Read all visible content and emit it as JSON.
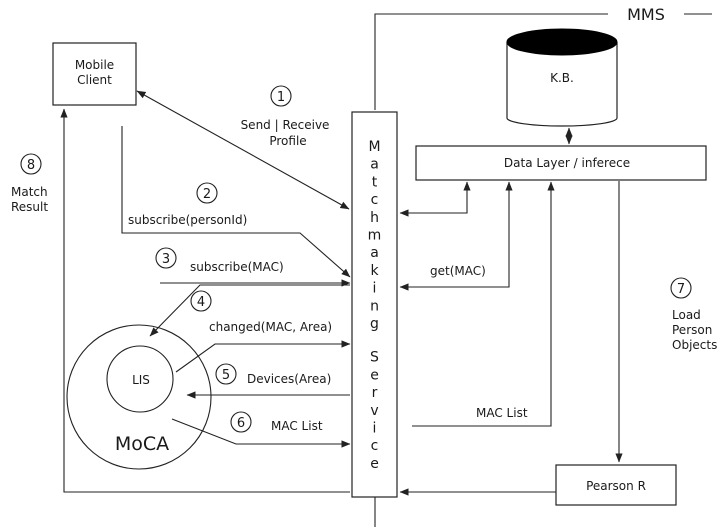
{
  "mms_label": "MMS",
  "nodes": {
    "mobile_client": [
      "Mobile",
      "Client"
    ],
    "kb": "K.B.",
    "data_layer": "Data Layer / inferece",
    "matchmaking_service": [
      "M",
      "a",
      "t",
      "c",
      "h",
      "m",
      "a",
      "k",
      "i",
      "n",
      "g",
      "S",
      "e",
      "r",
      "v",
      "i",
      "c",
      "e"
    ],
    "lis": "LIS",
    "moca": "MoCA",
    "pearson": "Pearson R"
  },
  "steps": [
    {
      "num": "1",
      "label": [
        "Send | Receive",
        "Profile"
      ]
    },
    {
      "num": "2",
      "label": [
        "subscribe(personId)"
      ]
    },
    {
      "num": "3",
      "label": [
        "subscribe(MAC)"
      ]
    },
    {
      "num": "4",
      "label": [
        "changed(MAC, Area)"
      ]
    },
    {
      "num": "5",
      "label": [
        "Devices(Area)"
      ]
    },
    {
      "num": "6",
      "label": [
        "MAC List"
      ]
    },
    {
      "num": "7",
      "label": [
        "Load",
        "Person",
        "Objects"
      ]
    },
    {
      "num": "8",
      "label": [
        "Match",
        "Result"
      ]
    }
  ],
  "edge_labels": {
    "get_mac": "get(MAC)",
    "mac_list_dl": "MAC List"
  }
}
